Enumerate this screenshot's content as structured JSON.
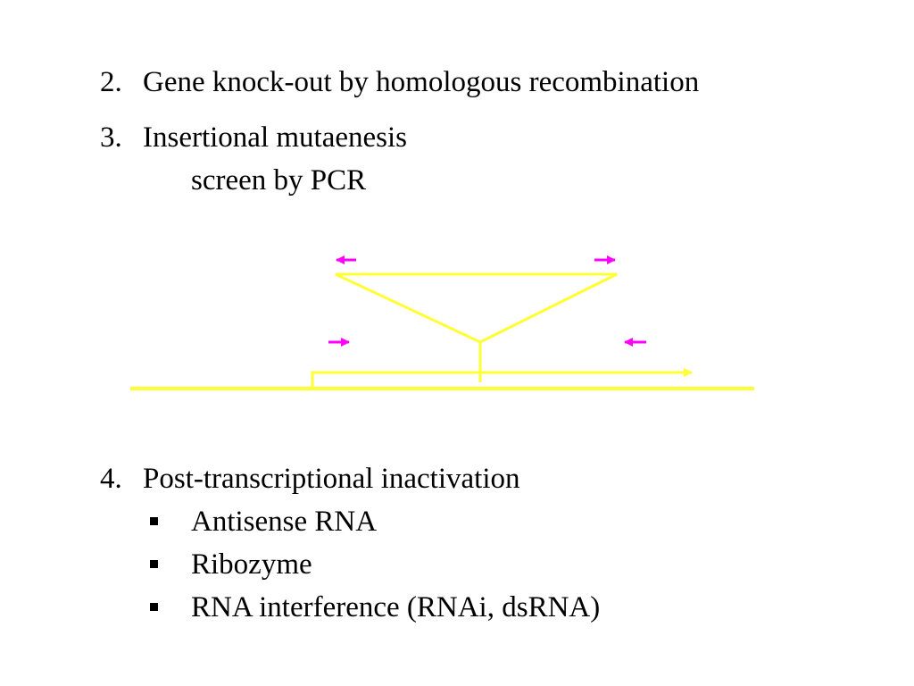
{
  "items": {
    "item2": {
      "number": "2.",
      "text": "Gene knock-out by homologous recombination"
    },
    "item3": {
      "number": "3.",
      "text": "Insertional mutaenesis",
      "subtext": "screen by PCR"
    },
    "item4": {
      "number": "4.",
      "text": "Post-transcriptional inactivation",
      "bullets": [
        "Antisense RNA",
        "Ribozyme",
        "RNA interference (RNAi, dsRNA)"
      ]
    }
  },
  "diagram": {
    "colors": {
      "dna": "#ffff33",
      "primer": "#ff00ff"
    }
  }
}
